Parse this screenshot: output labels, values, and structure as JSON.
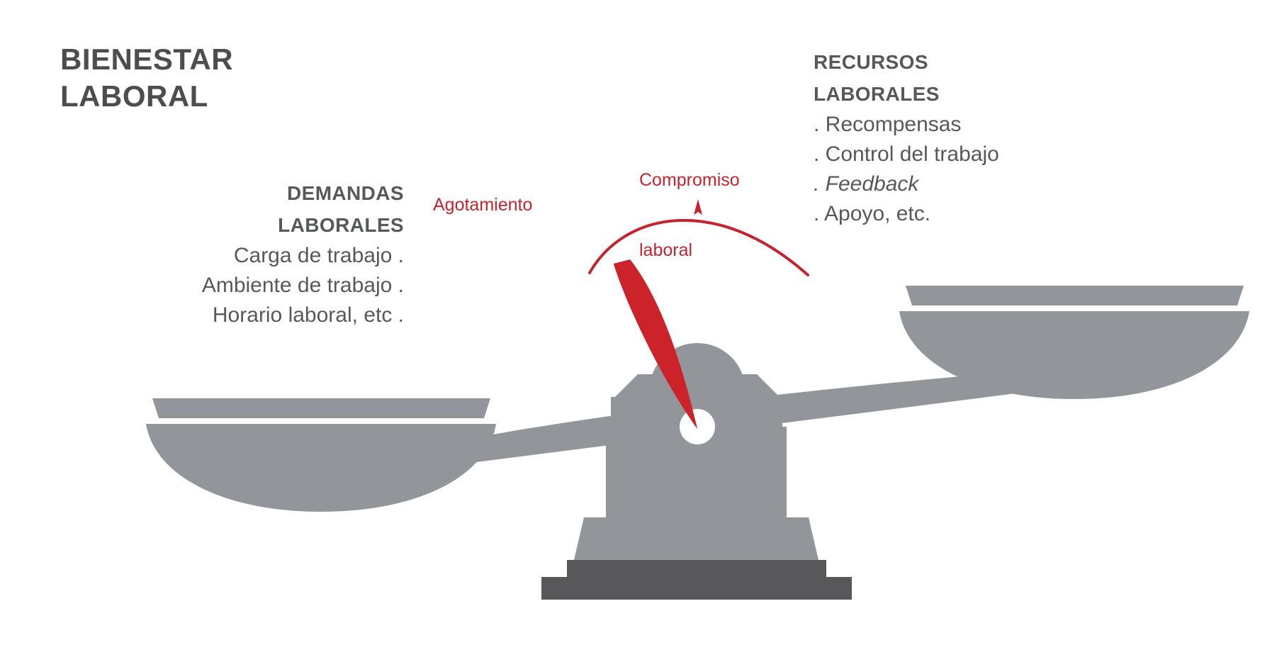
{
  "page": {
    "background_color": "#ffffff",
    "gray": "#92969a",
    "dark_gray": "#56595c",
    "darker_gray": "#4d4d4f",
    "base_dark": "#58585a",
    "red": "#c5242e",
    "needle_red": "#cc2229"
  },
  "title": {
    "line1": "BIENESTAR",
    "line2": "LABORAL"
  },
  "left_block": {
    "heading_line1": "DEMANDAS",
    "heading_line2": "LABORALES",
    "items": [
      "Carga de trabajo .",
      "Ambiente de trabajo .",
      "Horario laboral, etc ."
    ]
  },
  "right_block": {
    "heading_line1": "RECURSOS",
    "heading_line2": "LABORALES",
    "items": [
      ". Recompensas",
      ". Control del trabajo",
      ". Apoyo, etc."
    ],
    "italic_item": ". Feedback"
  },
  "annotations": {
    "left_red_label": "Agotamiento",
    "right_red_label_line1": "Compromiso",
    "right_red_label_line2": "laboral"
  },
  "illustration": {
    "name": "balance-scale",
    "description": "Two-pan balance scale tilted with left pan lowered",
    "left_pan_state": "down",
    "right_pan_state": "up",
    "needle_direction": "tilted-left-down"
  }
}
